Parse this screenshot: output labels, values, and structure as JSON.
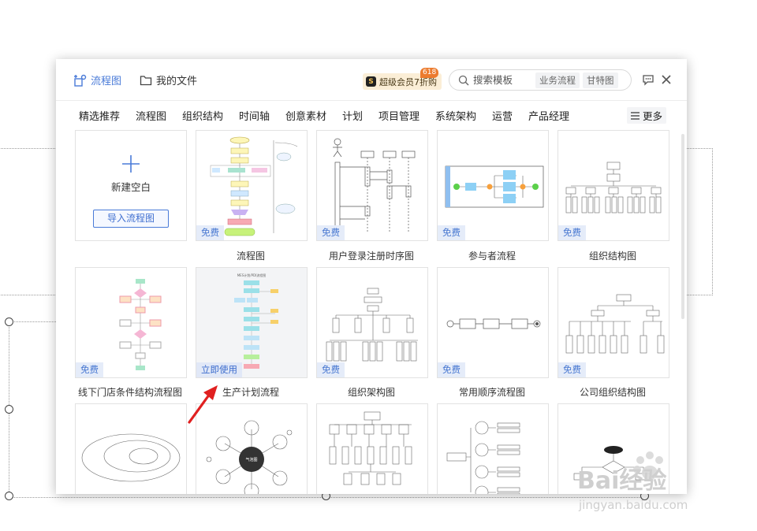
{
  "header": {
    "tabs": [
      {
        "label": "流程图",
        "icon": "flowchart-icon",
        "active": true
      },
      {
        "label": "我的文件",
        "icon": "folder-icon",
        "active": false
      }
    ],
    "vip": {
      "label": "超级会员7折购",
      "corner": "618",
      "icon_letter": "S"
    },
    "search": {
      "placeholder": "搜索模板",
      "tags": [
        "业务流程",
        "甘特图"
      ]
    },
    "icons": [
      "search-icon",
      "comment-icon",
      "close-icon"
    ]
  },
  "categories": [
    "精选推荐",
    "流程图",
    "组织结构",
    "时间轴",
    "创意素材",
    "计划",
    "项目管理",
    "系统架构",
    "运营",
    "产品经理"
  ],
  "more_label": "更多",
  "blank": {
    "label": "新建空白",
    "import_label": "导入流程图"
  },
  "cards_row1": [
    {
      "title": "流程图",
      "badge": "免费"
    },
    {
      "title": "用户登录注册时序图",
      "badge": "免费"
    },
    {
      "title": "参与者流程",
      "badge": "免费"
    },
    {
      "title": "组织结构图",
      "badge": "免费"
    }
  ],
  "cards_row2": [
    {
      "title": "线下门店条件结构流程图",
      "badge": "免费"
    },
    {
      "title": "生产计划流程",
      "badge": "立即使用"
    },
    {
      "title": "组织架构图",
      "badge": "免费"
    },
    {
      "title": "常用顺序流程图",
      "badge": "免费"
    },
    {
      "title": "公司组织结构图",
      "badge": "免费"
    }
  ],
  "thumb_texts": {
    "mind_center": "气泡图",
    "plan_header": "MES计划/PDI流程图"
  },
  "watermark": {
    "brand": "Bai经验",
    "url": "jingyan.baidu.com"
  },
  "colors": {
    "accent": "#4a7bd8",
    "badge_bg": "#e5ecf9",
    "vip_bg": "#fbeed6",
    "corner": "#ec7b2e",
    "arrow": "#e02020"
  }
}
